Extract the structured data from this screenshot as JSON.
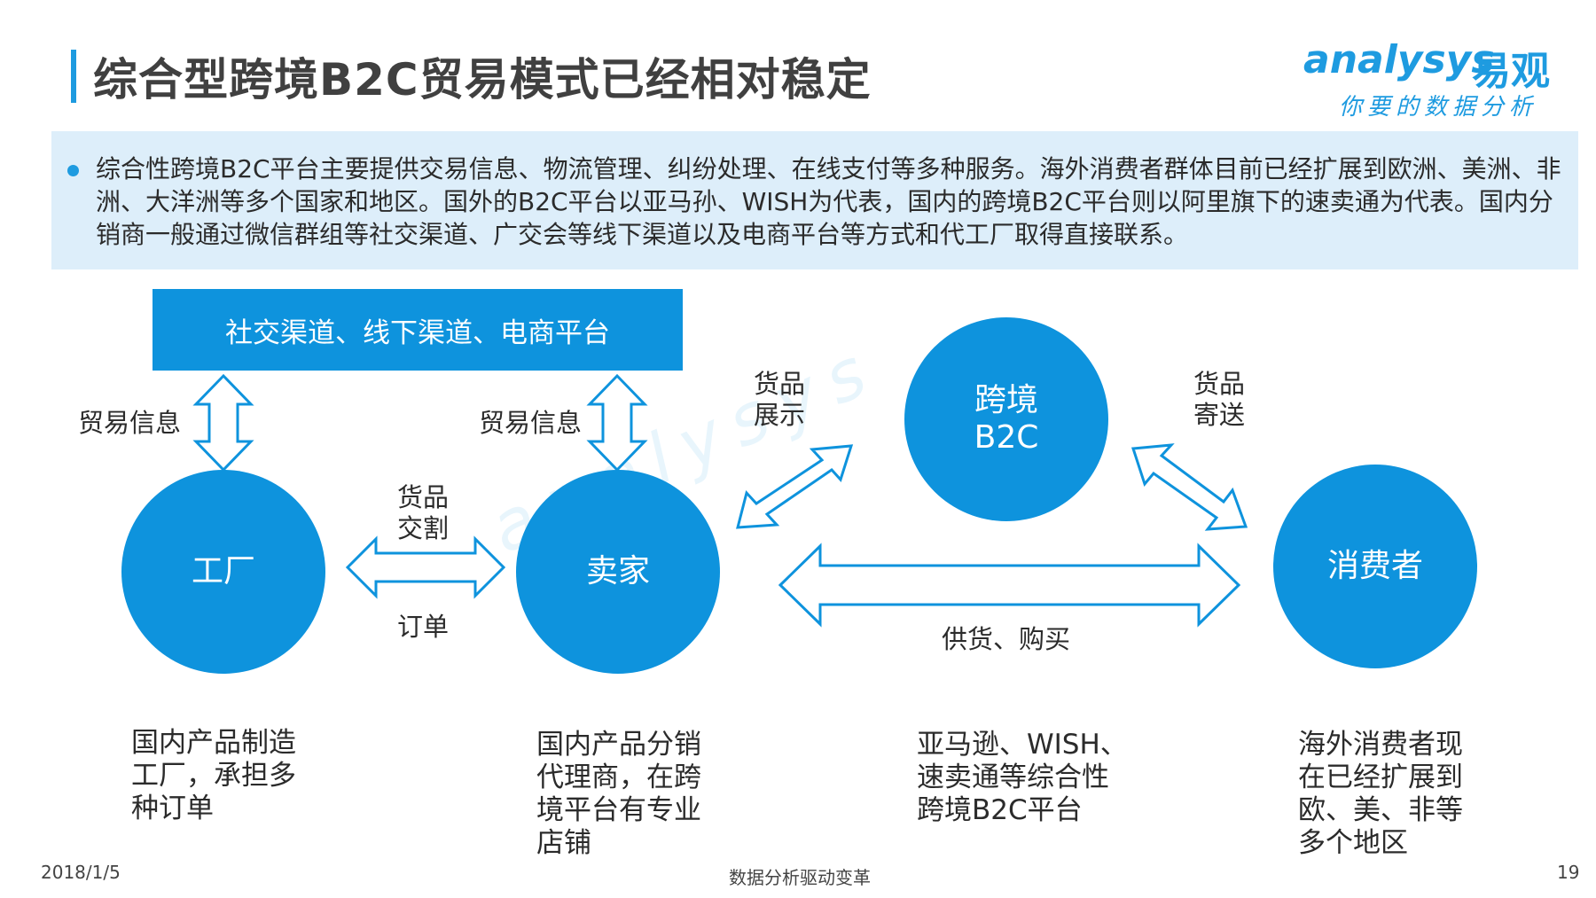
{
  "header": {
    "title": "综合型跨境B2C贸易模式已经相对稳定",
    "logo_en": "analysys",
    "logo_cn": "易观",
    "slogan": "你要的数据分析"
  },
  "summary": {
    "text": "综合性跨境B2C平台主要提供交易信息、物流管理、纠纷处理、在线支付等多种服务。海外消费者群体目前已经扩展到欧洲、美洲、非洲、大洋洲等多个国家和地区。国外的B2C平台以亚马孙、WISH为代表，国内的跨境B2C平台则以阿里旗下的速卖通为代表。国内分销商一般通过微信群组等社交渠道、广交会等线下渠道以及电商平台等方式和代工厂取得直接联系。"
  },
  "diagram": {
    "channels": "社交渠道、线下渠道、电商平台",
    "nodes": {
      "factory": "工厂",
      "seller": "卖家",
      "b2c_line1": "跨境",
      "b2c_line2": "B2C",
      "consumer": "消费者"
    },
    "edges": {
      "trade_info_left": "贸易信息",
      "trade_info_right": "贸易信息",
      "delivery_l1": "货品",
      "delivery_l2": "交割",
      "order": "订单",
      "display_l1": "货品",
      "display_l2": "展示",
      "ship_l1": "货品",
      "ship_l2": "寄送",
      "supply_buy": "供货、购买"
    },
    "descriptions": {
      "factory": [
        "国内产品制造",
        "工厂，承担多",
        "种订单"
      ],
      "seller": [
        "国内产品分销",
        "代理商，在跨",
        "境平台有专业",
        "店铺"
      ],
      "b2c": [
        "亚马逊、WISH、",
        "速卖通等综合性",
        "跨境B2C平台"
      ],
      "consumer": [
        "海外消费者现",
        "在已经扩展到",
        "欧、美、非等",
        "多个地区"
      ]
    },
    "colors": {
      "accent": "#0e93dd",
      "summary_bg": "#ddeefa",
      "title": "#404040"
    }
  },
  "footer": {
    "date": "2018/1/5",
    "center": "数据分析驱动变革",
    "page": "19"
  }
}
